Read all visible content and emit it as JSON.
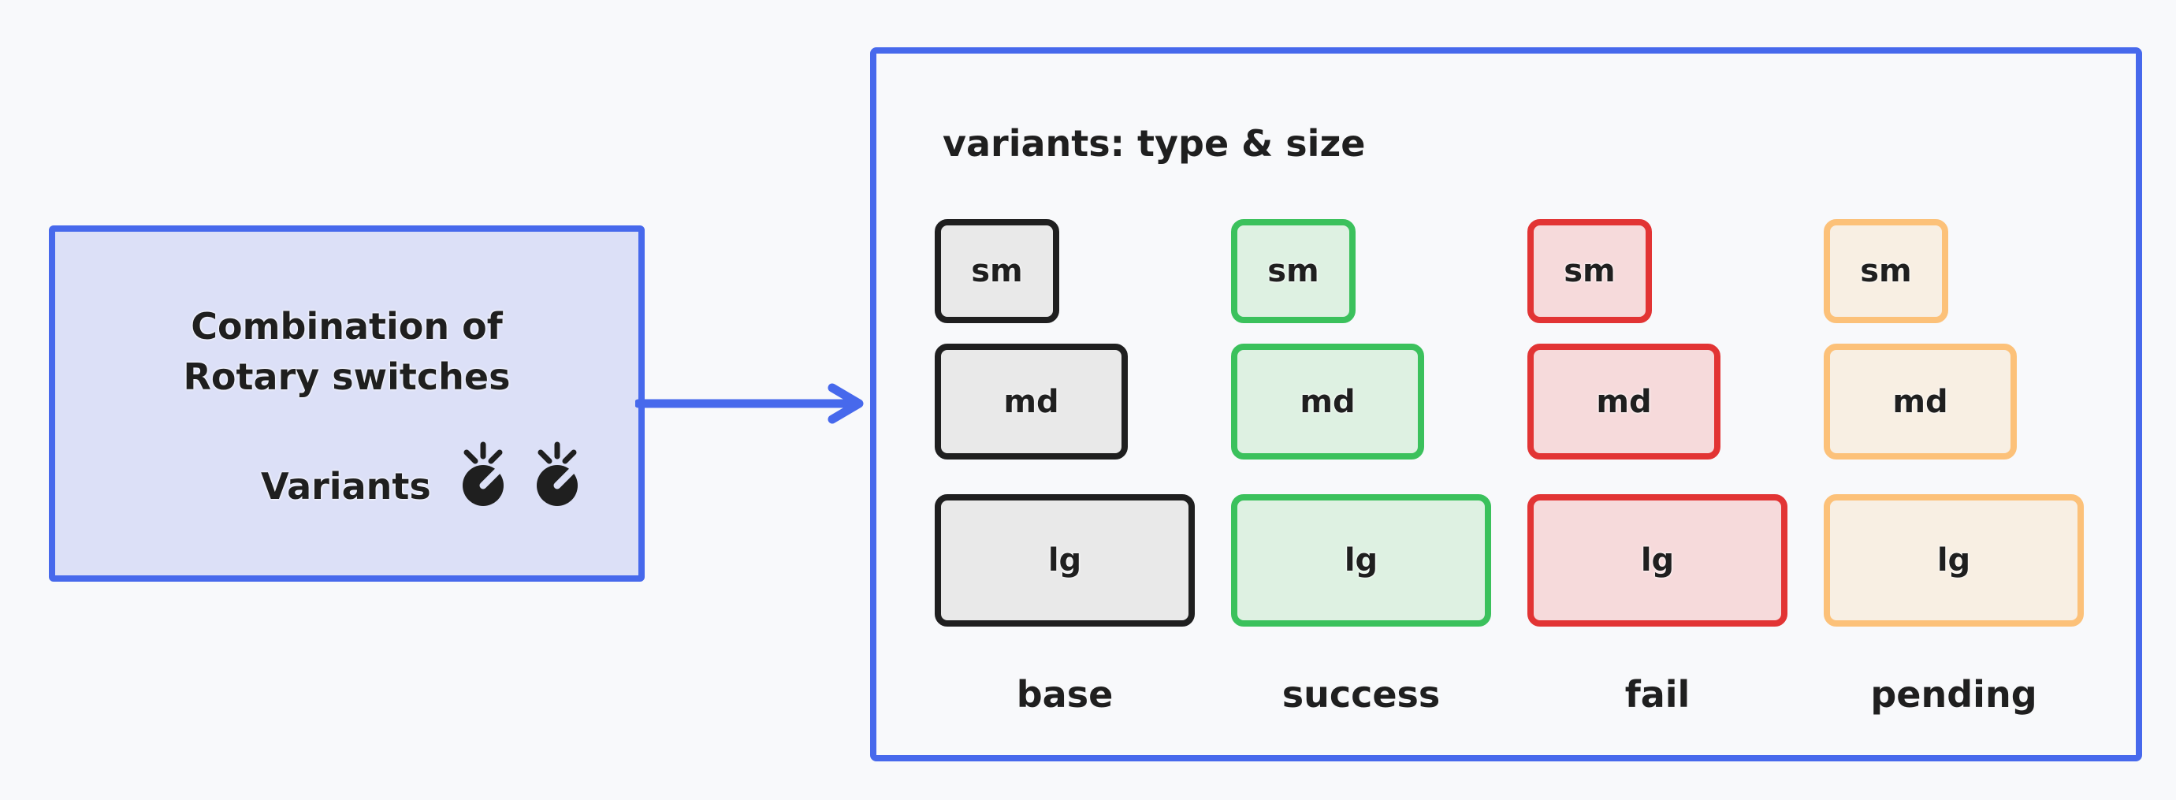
{
  "canvas": {
    "background": "#f8f9fb",
    "accent_blue": "#4769ec",
    "ink": "#1f1f1f"
  },
  "source_node": {
    "title_line1": "Combination of",
    "title_line2": "Rotary switches",
    "variants_label": "Variants",
    "icons": [
      "rotary-knob-icon",
      "rotary-knob-icon"
    ],
    "fill": "#dce0f7",
    "border": "#4769ec"
  },
  "arrow": {
    "direction": "right",
    "color": "#4769ec"
  },
  "variants_panel": {
    "title": "variants: type & size",
    "border": "#4769ec",
    "sizes": [
      "sm",
      "md",
      "lg"
    ],
    "types": [
      {
        "label": "base",
        "border": "#1f1f1f",
        "fill": "#e9e9e9"
      },
      {
        "label": "success",
        "border": "#3bc15c",
        "fill": "#def1e2"
      },
      {
        "label": "fail",
        "border": "#e23434",
        "fill": "#f6dadb"
      },
      {
        "label": "pending",
        "border": "#fcc179",
        "fill": "#f8efe3"
      }
    ]
  }
}
